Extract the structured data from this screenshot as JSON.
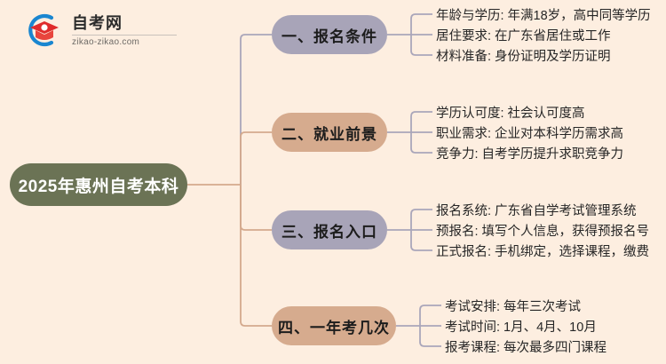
{
  "logo": {
    "name_cn": "自考网",
    "url": "zikao-zikao.com",
    "mark": "graduation-cap-logo"
  },
  "mindmap": {
    "root": {
      "label": "2025年惠州自考本科",
      "color": "#6b7355"
    },
    "branches": [
      {
        "label": "一、报名条件",
        "color": "#a8a4b8",
        "leaves": [
          "年龄与学历: 年满18岁，高中同等学历",
          "居住要求: 在广东省居住或工作",
          "材料准备: 身份证明及学历证明"
        ]
      },
      {
        "label": "二、就业前景",
        "color": "#d6ab8e",
        "leaves": [
          "学历认可度: 社会认可度高",
          "职业需求: 企业对本科学历需求高",
          "竞争力: 自考学历提升求职竞争力"
        ]
      },
      {
        "label": "三、报名入口",
        "color": "#a8a4b8",
        "leaves": [
          "报名系统: 广东省自学考试管理系统",
          "预报名: 填写个人信息，获得预报名号",
          "正式报名: 手机绑定，选择课程，缴费"
        ]
      },
      {
        "label": "四、一年考几次",
        "color": "#d6ab8e",
        "leaves": [
          "考试安排: 每年三次考试",
          "考试时间: 1月、4月、10月",
          "报考课程: 每次最多四门课程"
        ]
      }
    ]
  },
  "theme": {
    "background": "#fdeee0",
    "connector_purple": "#aaa6ba",
    "connector_tan": "#d4a98d",
    "text": "#262626"
  }
}
